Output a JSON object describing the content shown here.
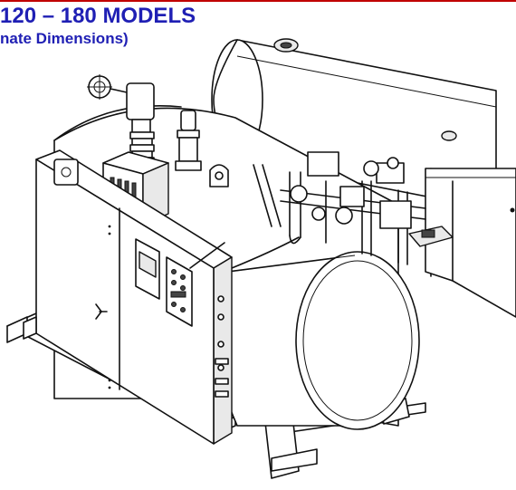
{
  "header": {
    "title": "120 – 180 MODELS",
    "subtitle": "nate Dimensions)",
    "accent_color": "#1f1fb4",
    "rule_color": "#c00000"
  },
  "figure": {
    "subject": "boiler-assembly-line-drawing"
  }
}
